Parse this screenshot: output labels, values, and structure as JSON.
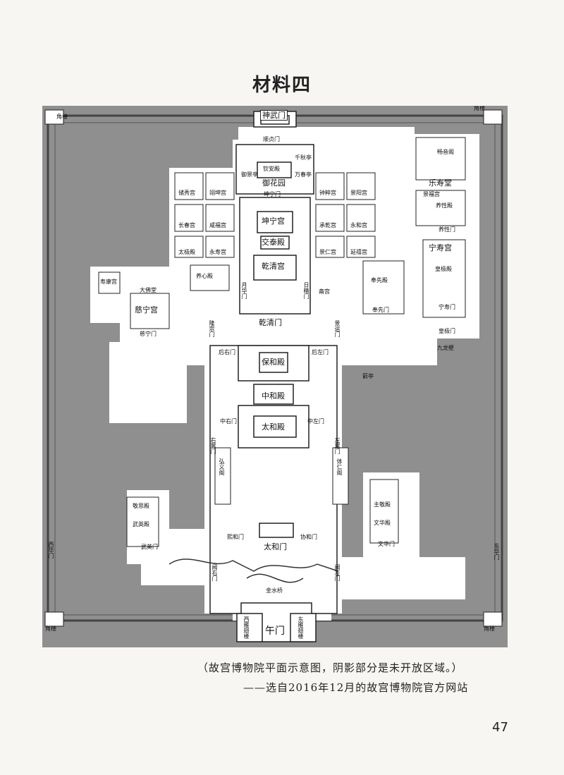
{
  "title": "材料四",
  "map": {
    "labels": {
      "shenwumen": "神武门",
      "jiaolou_nw": "角楼",
      "jiaolou_ne": "角楼",
      "jiaolou_sw": "角楼",
      "jiaolou_se": "角楼",
      "shunzhenmen": "顺贞门",
      "qinandian": "钦安殿",
      "yuhuayuan": "御花园",
      "kunningmen": "坤宁门",
      "kunninggong": "坤宁宫",
      "jiaotaidian": "交泰殿",
      "qianqinggong": "乾清宫",
      "qianqingmen": "乾清门",
      "baohedian": "保和殿",
      "zhonghedian": "中和殿",
      "taihedian": "太和殿",
      "taihemen": "太和门",
      "jinshuiqiao": "金水桥",
      "wumen": "午门",
      "xiyanchilou": "西雁翅楼",
      "dongyanchilou": "东雁翅楼",
      "cininggong": "慈宁宫",
      "cining_gate": "慈宁门",
      "yangxindian": "养心殿",
      "fengxiandian": "奉先殿",
      "fengxianmen": "奉先门",
      "ningshougong": "宁寿宫",
      "ningshoumen": "宁寿门",
      "huangjidian": "皇极殿",
      "leshoutang": "乐寿堂",
      "yangxingdian": "养性殿",
      "yangxingmen": "养性门",
      "changyinge": "畅音阁",
      "jiulongbi": "九龙壁",
      "huangjimen": "皇极门",
      "wuyingdian": "武英殿",
      "jingsidian": "敬思殿",
      "wuyingmen": "武英门",
      "wenhuadian": "文华殿",
      "zhujingdian": "主敬殿",
      "wenhuamen": "文华门",
      "hongyige": "弘义阁",
      "tirenge": "体仁阁",
      "xihuamen": "西华门",
      "donghuamen": "东华门",
      "jianting": "箭亭",
      "zhaigong": "斋宫",
      "yujingting": "御景亭",
      "wanchunting": "万春亭",
      "chengqiangong": "承乾宫",
      "jingrengong": "景仁宫",
      "yonghegong": "永和宫",
      "jingyanggong": "景阳宫",
      "zhongcuigong": "钟粹宫",
      "yanxigong": "延禧宫",
      "chuxiugong": "储秀宫",
      "yikungong": "翊坤宫",
      "xianfugong": "咸福宫",
      "changchungong": "长春宫",
      "taijidian": "太极殿",
      "yongshougong": "永寿宫",
      "jingfugong": "景福宫",
      "shoukanggong": "寿康宫",
      "dafotang": "大佛堂",
      "longzongmen": "隆宗门",
      "jingyunmen": "景运门",
      "youyimen": "右翼门",
      "zuoyimen": "左翼门",
      "zhongzuomen": "中左门",
      "zhongyoumen": "中右门",
      "houzuomen": "后左门",
      "houyoumen": "后右门",
      "xiheimen": "熙和门",
      "xiehemen": "协和门",
      "quehuamen": "阙左门",
      "queyoumen": "阙右门",
      "yuehuamen": "月华门",
      "rijingmen": "日精门",
      "qianchimen": "千秋亭"
    }
  },
  "caption": "（故宫博物院平面示意图，阴影部分是未开放区域。）",
  "source": "——选自2016年12月的故宫博物院官方网站",
  "page_number": "47",
  "colors": {
    "closed_area": "#8f8f8f",
    "open_area": "#ffffff",
    "outline": "#222222"
  }
}
